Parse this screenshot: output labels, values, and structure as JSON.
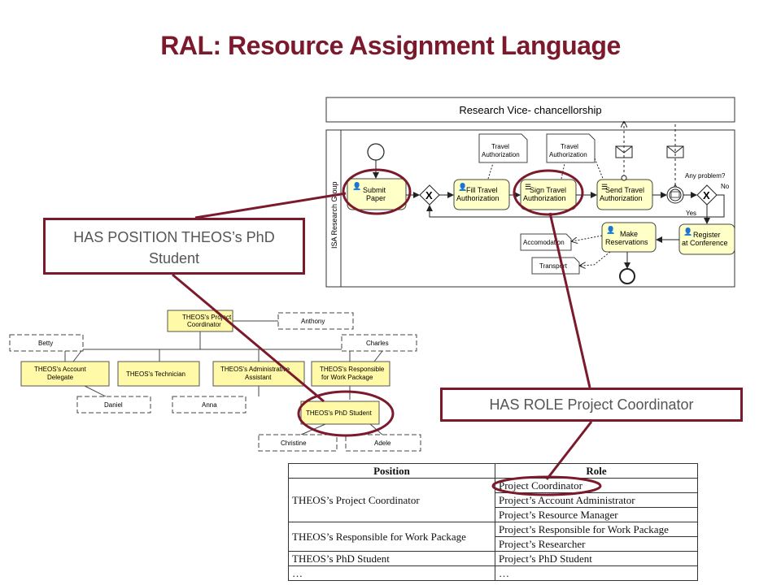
{
  "title": "RAL: Resource Assignment Language",
  "bpmn": {
    "pool_label": "Research Vice- chancellorship",
    "lane_label": "ISA Research Group",
    "tasks": {
      "submit": [
        "Submit",
        "Paper"
      ],
      "fill": [
        "Fill Travel",
        "Authorization"
      ],
      "sign": [
        "Sign Travel",
        "Authorization"
      ],
      "send": [
        "Send Travel",
        "Authorization"
      ],
      "make": [
        "Make",
        "Reservations"
      ],
      "register": [
        "Register",
        "at Conference"
      ]
    },
    "data_objects": {
      "travel_auth_1": [
        "Travel",
        "Authorization"
      ],
      "travel_auth_2": [
        "Travel",
        "Authorization"
      ],
      "accommodation": "Accomodation",
      "transport": "Transport"
    },
    "gateway_labels": {
      "any_problem": "Any problem?",
      "no": "No",
      "yes": "Yes"
    }
  },
  "callouts": {
    "position": [
      "HAS POSITION THEOS’s PhD",
      "Student"
    ],
    "role": "HAS ROLE Project Coordinator"
  },
  "org_chart": {
    "coordinator": [
      "THEOS's Project",
      "Coordinator"
    ],
    "account_delegate": [
      "THEOS's Account",
      "Delegate"
    ],
    "technician": "THEOS's Technician",
    "admin_assistant": [
      "THEOS's Administrative",
      "Assistant"
    ],
    "responsible_wp": [
      "THEOS's Responsible",
      "for Work Package"
    ],
    "phd_student": "THEOS's PhD Student",
    "people": {
      "anthony": "Anthony",
      "betty": "Betty",
      "charles": "Charles",
      "daniel": "Daniel",
      "anna": "Anna",
      "christine": "Christine",
      "adele": "Adele"
    }
  },
  "table": {
    "headers": {
      "position": "Position",
      "role": "Role"
    },
    "positions": {
      "coordinator": "THEOS’s Project Coordinator",
      "responsible": "THEOS’s Responsible for Work Package",
      "phd": "THEOS’s PhD Student",
      "ellipsis": "…"
    },
    "roles": {
      "r1": "Project Coordinator",
      "r2": "Project’s Account Administrator",
      "r3": "Project’s Resource Manager",
      "r4": "Project’s Responsible for Work Package",
      "r5": "Project’s Researcher",
      "r6": "Project’s PhD Student",
      "ellipsis": "…"
    }
  },
  "colors": {
    "accent": "#7b1a2c",
    "task_fill": "#ffffc8",
    "org_fill": "#fff9a8"
  }
}
